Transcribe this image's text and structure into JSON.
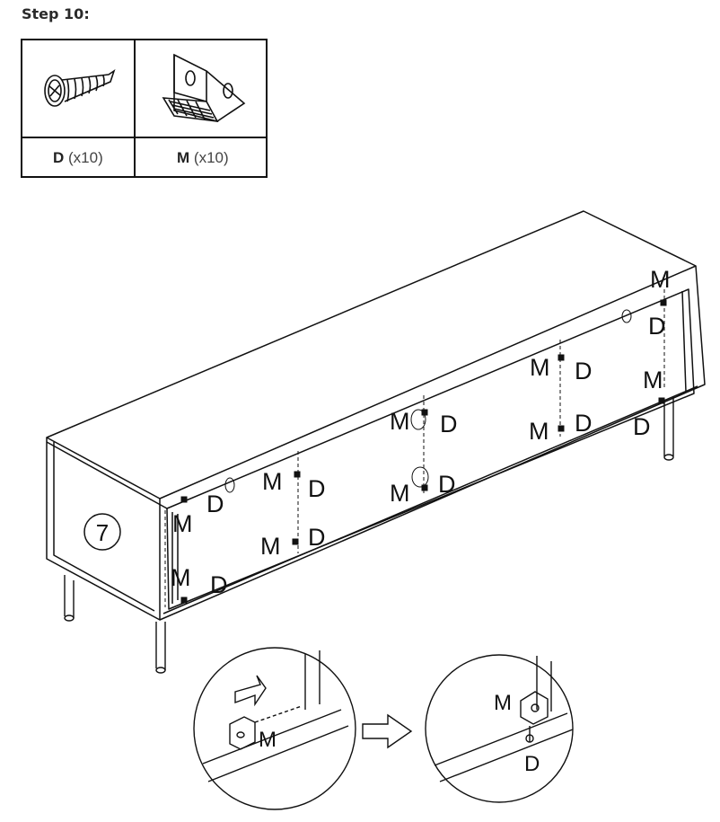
{
  "step": {
    "title": "Step 10:"
  },
  "parts": [
    {
      "letter": "D",
      "qty": "(x10)",
      "icon": "screw-icon"
    },
    {
      "letter": "M",
      "qty": "(x10)",
      "icon": "corner-bracket-icon"
    }
  ],
  "panel_number": "7",
  "callouts": {
    "m_label": "M",
    "d_label": "D"
  }
}
